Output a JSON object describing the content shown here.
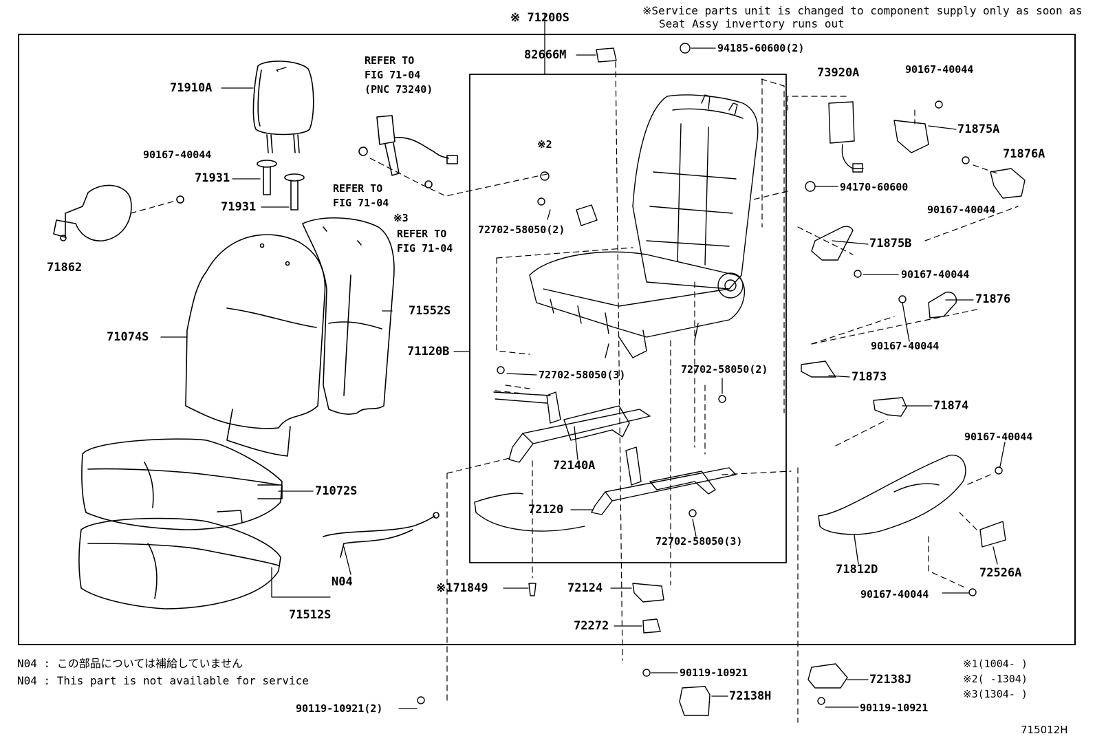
{
  "header": {
    "assembly_label": "※ 71200S",
    "note_line1": "※Service parts unit is changed to component supply only as soon as",
    "note_line2": "Seat Assy invertory runs out"
  },
  "parts": {
    "p71910A": "71910A",
    "p90167_a": "90167-40044",
    "p71931_a": "71931",
    "p71931_b": "71931",
    "p71862": "71862",
    "p71074S": "71074S",
    "p71552S": "71552S",
    "p71072S": "71072S",
    "p71512S": "71512S",
    "pN04": "N04",
    "p71120B": "71120B",
    "p82666M": "82666M",
    "p94185": "94185-60600(2)",
    "p73920A": "73920A",
    "p90167_b": "90167-40044",
    "p71875A": "71875A",
    "p71876A": "71876A",
    "p90167_c": "90167-40044",
    "p94170": "94170-60600",
    "p71875B": "71875B",
    "p90167_d": "90167-40044",
    "p71876": "71876",
    "p90167_e": "90167-40044",
    "p71873": "71873",
    "p71874": "71874",
    "p90167_f": "90167-40044",
    "p71812D": "71812D",
    "p72526A": "72526A",
    "p90167_g": "90167-40044",
    "px2": "※2",
    "p72702_a": "72702-58050(2)",
    "p72702_b": "72702-58050(3)",
    "p72702_c": "72702-58050(2)",
    "p72140A": "72140A",
    "p72120": "72120",
    "p72702_d": "72702-58050(3)",
    "p171849": "※171849",
    "p72124": "72124",
    "p72272": "72272",
    "p90119_a": "90119-10921",
    "p72138H": "72138H",
    "p72138J": "72138J",
    "p90119_b": "90119-10921",
    "p90119_c": "90119-10921(2)"
  },
  "refs": {
    "refer1_l1": "REFER TO",
    "refer1_l2": "FIG 71-04",
    "refer1_l3": "(PNC 73240)",
    "refer2_l1": "REFER TO",
    "refer2_l2": "FIG 71-04",
    "refer3_l1": "※3",
    "refer3_l2": "REFER TO",
    "refer3_l3": "FIG 71-04"
  },
  "footnotes": {
    "n04_jp": "N04 : この部品については補給していません",
    "n04_en": "N04 : This part is not available for service",
    "ser1": "※1(1004-    )",
    "ser2": "※2(     -1304)",
    "ser3": "※3(1304-    )"
  },
  "figure_code": "715012H"
}
